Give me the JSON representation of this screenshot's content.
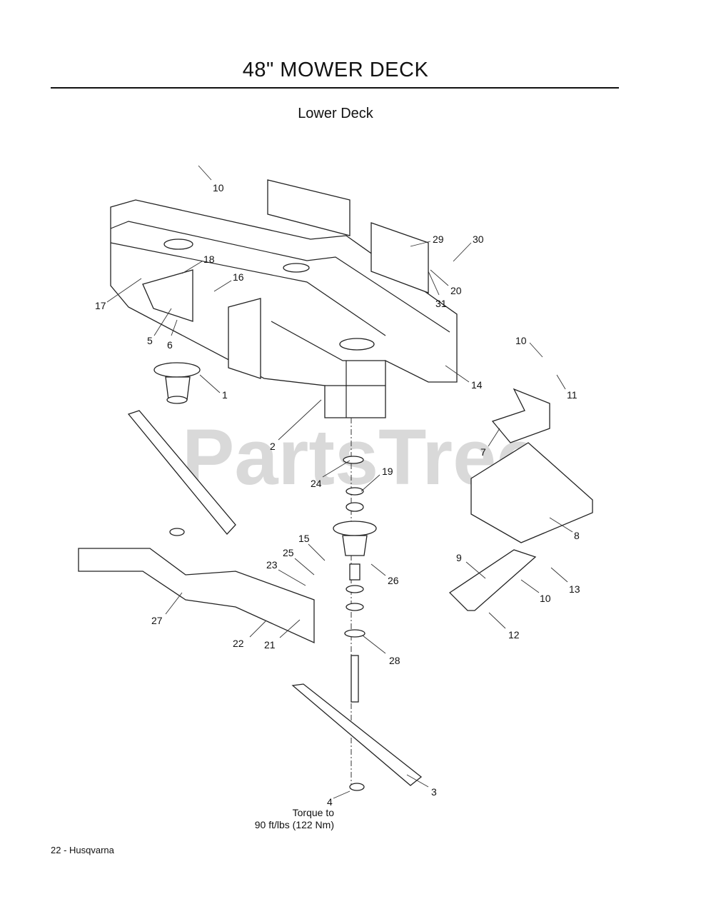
{
  "header": {
    "title": "48\" MOWER DECK",
    "subtitle": "Lower Deck"
  },
  "watermark": {
    "text": "PartsTree",
    "color": "#d9d9d9"
  },
  "callouts": [
    {
      "label": "10"
    },
    {
      "label": "29"
    },
    {
      "label": "30"
    },
    {
      "label": "18"
    },
    {
      "label": "16"
    },
    {
      "label": "20"
    },
    {
      "label": "31"
    },
    {
      "label": "17"
    },
    {
      "label": "5"
    },
    {
      "label": "6"
    },
    {
      "label": "1"
    },
    {
      "label": "14"
    },
    {
      "label": "10"
    },
    {
      "label": "11"
    },
    {
      "label": "2"
    },
    {
      "label": "7"
    },
    {
      "label": "24"
    },
    {
      "label": "19"
    },
    {
      "label": "8"
    },
    {
      "label": "15"
    },
    {
      "label": "25"
    },
    {
      "label": "23"
    },
    {
      "label": "26"
    },
    {
      "label": "9"
    },
    {
      "label": "13"
    },
    {
      "label": "10"
    },
    {
      "label": "27"
    },
    {
      "label": "22"
    },
    {
      "label": "21"
    },
    {
      "label": "28"
    },
    {
      "label": "12"
    },
    {
      "label": "4"
    },
    {
      "label": "3"
    }
  ],
  "note": {
    "line1": "Torque to",
    "line2": "90 ft/lbs (122 Nm)"
  },
  "footer": {
    "page_label": "22 - Husqvarna"
  }
}
